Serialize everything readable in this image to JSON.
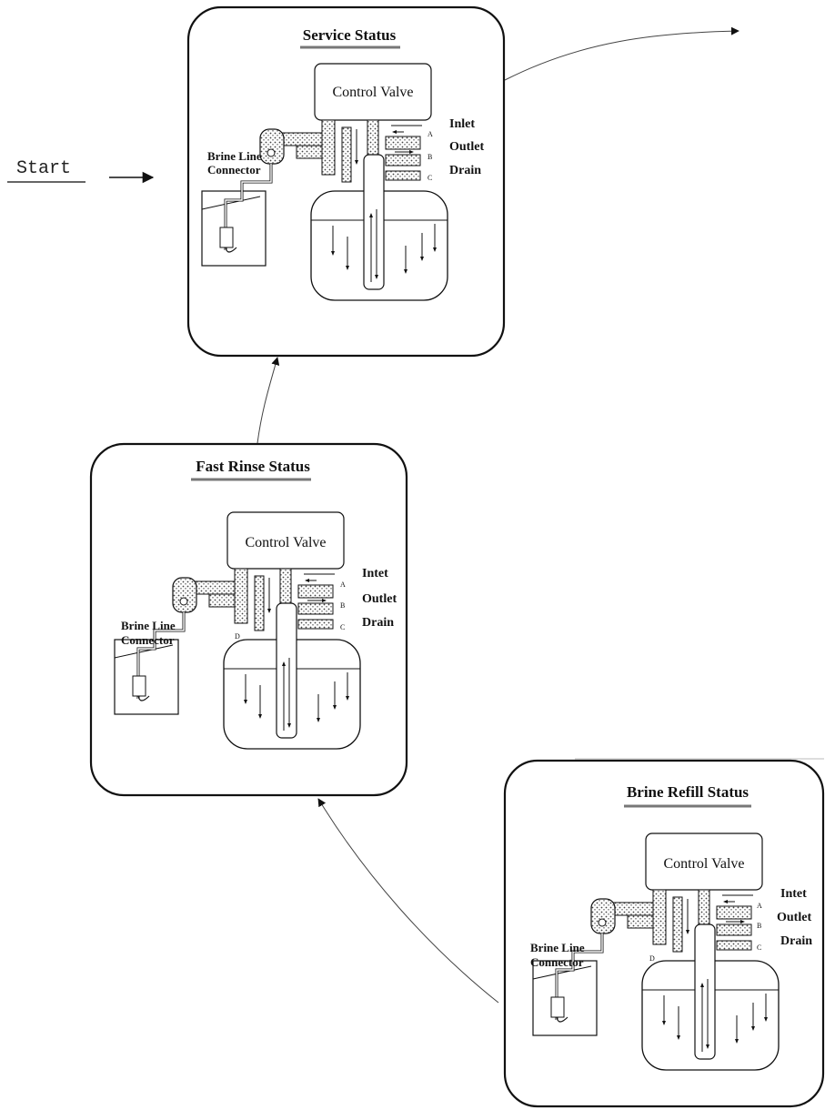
{
  "start": {
    "label": "Start"
  },
  "panels": [
    {
      "id": "service",
      "title": "Service Status",
      "control_valve": "Control Valve",
      "brine_line": [
        "Brine Line",
        "Connector"
      ],
      "ports": [
        "Inlet",
        "Outlet",
        "Drain"
      ],
      "port_letters": [
        "A",
        "B",
        "C"
      ]
    },
    {
      "id": "fast-rinse",
      "title": "Fast Rinse Status",
      "control_valve": "Control Valve",
      "brine_line": [
        "Brine Line",
        "Connector"
      ],
      "ports": [
        "Intet",
        "Outlet",
        "Drain"
      ],
      "port_letters": [
        "A",
        "B",
        "C",
        "D"
      ]
    },
    {
      "id": "brine-refill",
      "title": "Brine Refill Status",
      "control_valve": "Control Valve",
      "brine_line": [
        "Brine Line",
        "Connector"
      ],
      "ports": [
        "Intet",
        "Outlet",
        "Drain"
      ],
      "port_letters": [
        "A",
        "B",
        "C",
        "D"
      ]
    }
  ]
}
